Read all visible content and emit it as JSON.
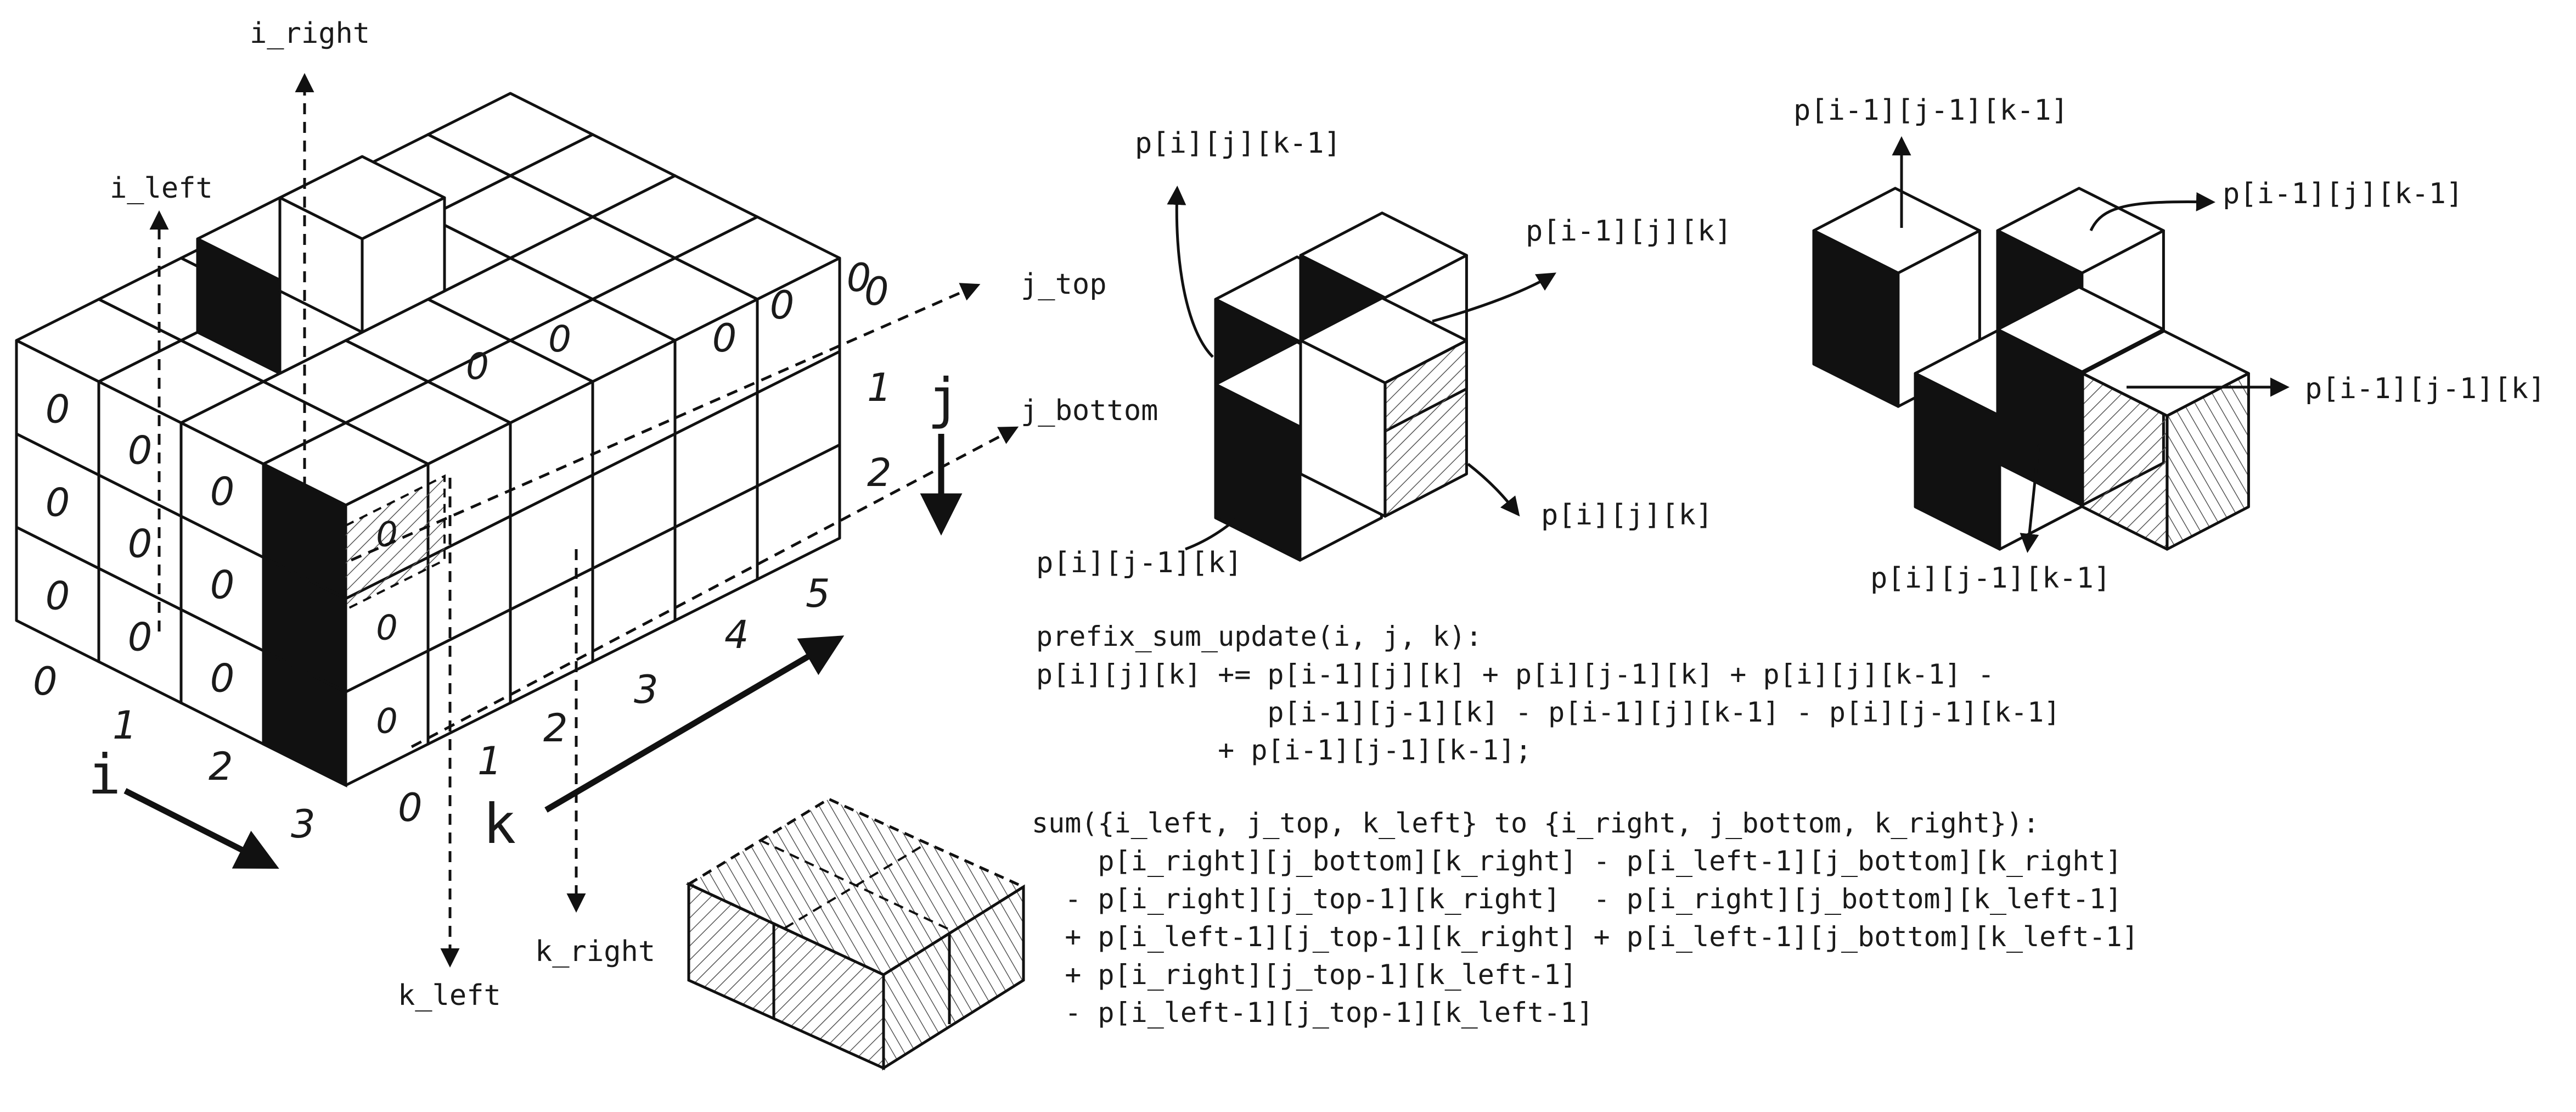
{
  "grid": {
    "cell_value": "0",
    "i_ticks": [
      "0",
      "1",
      "2",
      "3"
    ],
    "j_ticks": [
      "0",
      "1",
      "2"
    ],
    "k_ticks": [
      "0",
      "1",
      "2",
      "3",
      "4",
      "5"
    ]
  },
  "axis_letters": {
    "i": "i",
    "j": "j",
    "k": "k"
  },
  "range_labels": {
    "i_left": "i_left",
    "i_right": "i_right",
    "j_top": "j_top",
    "j_bottom": "j_bottom",
    "k_left": "k_left",
    "k_right": "k_right"
  },
  "neighbors_2d": {
    "p_i_j_km1": "p[i][j][k-1]",
    "p_im1_j_k": "p[i-1][j][k]",
    "p_i_j_k": "p[i][j][k]",
    "p_i_jm1_k": "p[i][j-1][k]"
  },
  "neighbors_3d": {
    "p_im1_jm1_km1": "p[i-1][j-1][k-1]",
    "p_im1_j_km1": "p[i-1][j][k-1]",
    "p_im1_jm1_k": "p[i-1][j-1][k]",
    "p_i_jm1_km1": "p[i][j-1][k-1]"
  },
  "update_code": "prefix_sum_update(i, j, k):\np[i][j][k] += p[i-1][j][k] + p[i][j-1][k] + p[i][j][k-1] -\n              p[i-1][j-1][k] - p[i-1][j][k-1] - p[i][j-1][k-1]\n           + p[i-1][j-1][k-1];",
  "sum_code": "sum({i_left, j_top, k_left} to {i_right, j_bottom, k_right}):\n    p[i_right][j_bottom][k_right] - p[i_left-1][j_bottom][k_right]\n  - p[i_right][j_top-1][k_right]  - p[i_right][j_bottom][k_left-1]\n  + p[i_left-1][j_top-1][k_right] + p[i_left-1][j_bottom][k_left-1]\n  + p[i_right][j_top-1][k_left-1]\n  - p[i_left-1][j_top-1][k_left-1]"
}
